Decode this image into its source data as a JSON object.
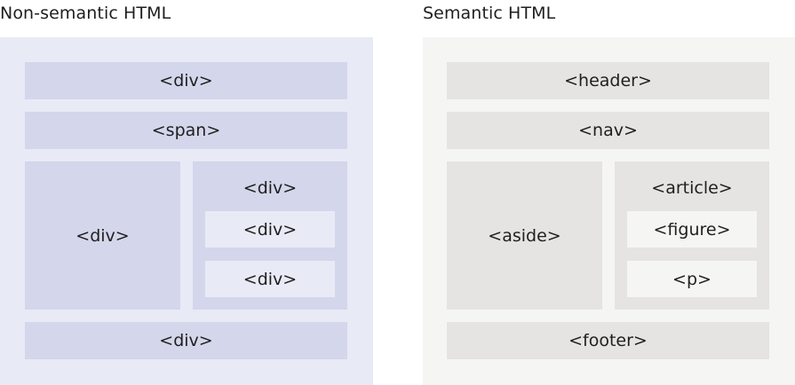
{
  "left": {
    "title": "Non-semantic HTML",
    "row1": "<div>",
    "row2": "<span>",
    "side": "<div>",
    "col": "<div>",
    "inner1": "<div>",
    "inner2": "<div>",
    "bottom": "<div>"
  },
  "right": {
    "title": "Semantic HTML",
    "row1": "<header>",
    "row2": "<nav>",
    "side": "<aside>",
    "col": "<article>",
    "inner1": "<figure>",
    "inner2": "<p>",
    "bottom": "<footer>"
  },
  "colors": {
    "left_panel": "#e8eaf6",
    "left_box": "#d4d7eb",
    "right_panel": "#f5f5f4",
    "right_box": "#e5e4e2"
  }
}
